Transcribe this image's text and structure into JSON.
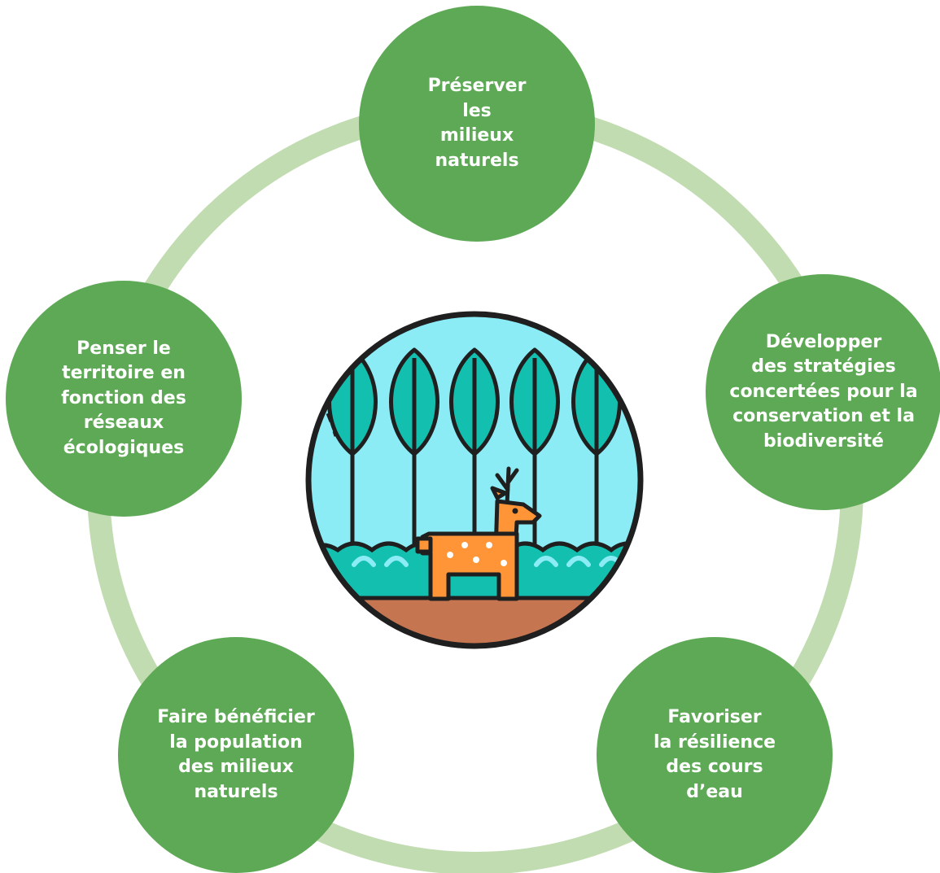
{
  "colors": {
    "node_fill": "#5ea955",
    "ring": "#c2dcb1",
    "label_text": "#ffffff",
    "sky": "#8cecf5",
    "foliage": "#13c0b0",
    "ground": "#c67551",
    "deer": "#ff9537",
    "outline": "#1f1f1f"
  },
  "center_icon": "forest-deer-icon",
  "nodes": [
    {
      "id": "top",
      "lines": [
        "Préserver",
        "les",
        "milieux",
        "naturels"
      ]
    },
    {
      "id": "right",
      "lines": [
        "Développer",
        "des stratégies",
        "concertées pour la",
        "conservation et la",
        "biodiversité"
      ]
    },
    {
      "id": "br",
      "lines": [
        "Favoriser",
        "la résilience",
        "des cours",
        "d’eau"
      ]
    },
    {
      "id": "bl",
      "lines": [
        "Faire bénéficier",
        "la population",
        "des milieux",
        "naturels"
      ]
    },
    {
      "id": "left",
      "lines": [
        "Penser le",
        "territoire en",
        "fonction des",
        "réseaux",
        "écologiques"
      ]
    }
  ]
}
